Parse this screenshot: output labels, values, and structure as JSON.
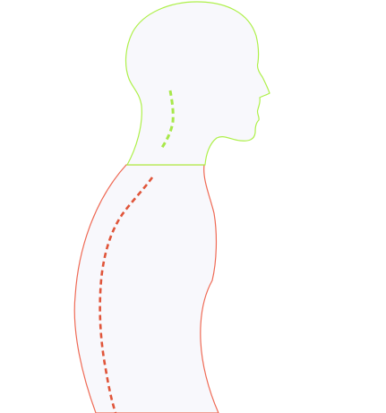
{
  "figure": {
    "kind": "posture-silhouette",
    "view": "side",
    "colors": {
      "background": "#ffffff",
      "body_fill": "#f8f8fc",
      "head_outline": "#aef04a",
      "neck_curve": "#a8e84a",
      "torso_outline": "#ef6a55",
      "spine_curve": "#e0553a"
    },
    "parts": [
      "head-and-neck",
      "torso",
      "cervical-spine-curve",
      "thoracic-lumbar-spine-curve"
    ]
  }
}
